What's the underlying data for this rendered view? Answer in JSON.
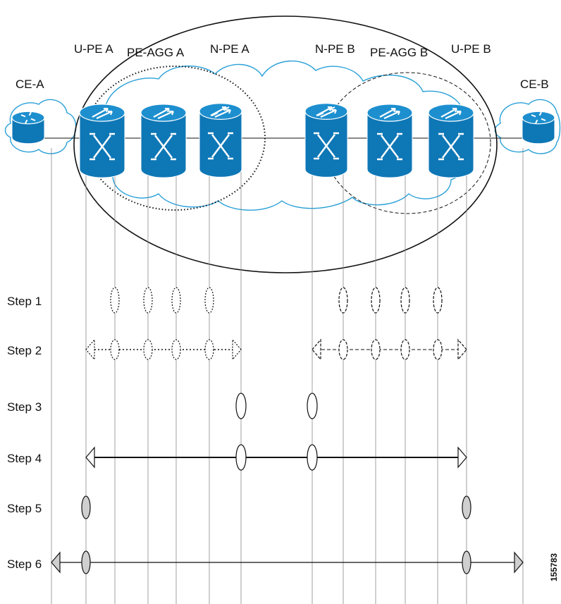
{
  "devices": [
    {
      "label": "CE-A",
      "kind": "router"
    },
    {
      "label": "U-PE A",
      "kind": "switch"
    },
    {
      "label": "PE-AGG A",
      "kind": "switch"
    },
    {
      "label": "N-PE A",
      "kind": "router-switch"
    },
    {
      "label": "N-PE B",
      "kind": "router-switch"
    },
    {
      "label": "PE-AGG B",
      "kind": "switch"
    },
    {
      "label": "U-PE B",
      "kind": "switch"
    },
    {
      "label": "CE-B",
      "kind": "router"
    }
  ],
  "steps": [
    "Step 1",
    "Step 2",
    "Step 3",
    "Step 4",
    "Step 5",
    "Step 6"
  ],
  "figure_id": "155783",
  "colors": {
    "device_fill": "#0e77b6",
    "device_top": "#1d8fcf",
    "cloud_stroke": "#2aa0d8",
    "marker_gray": "#cfcfcf"
  }
}
